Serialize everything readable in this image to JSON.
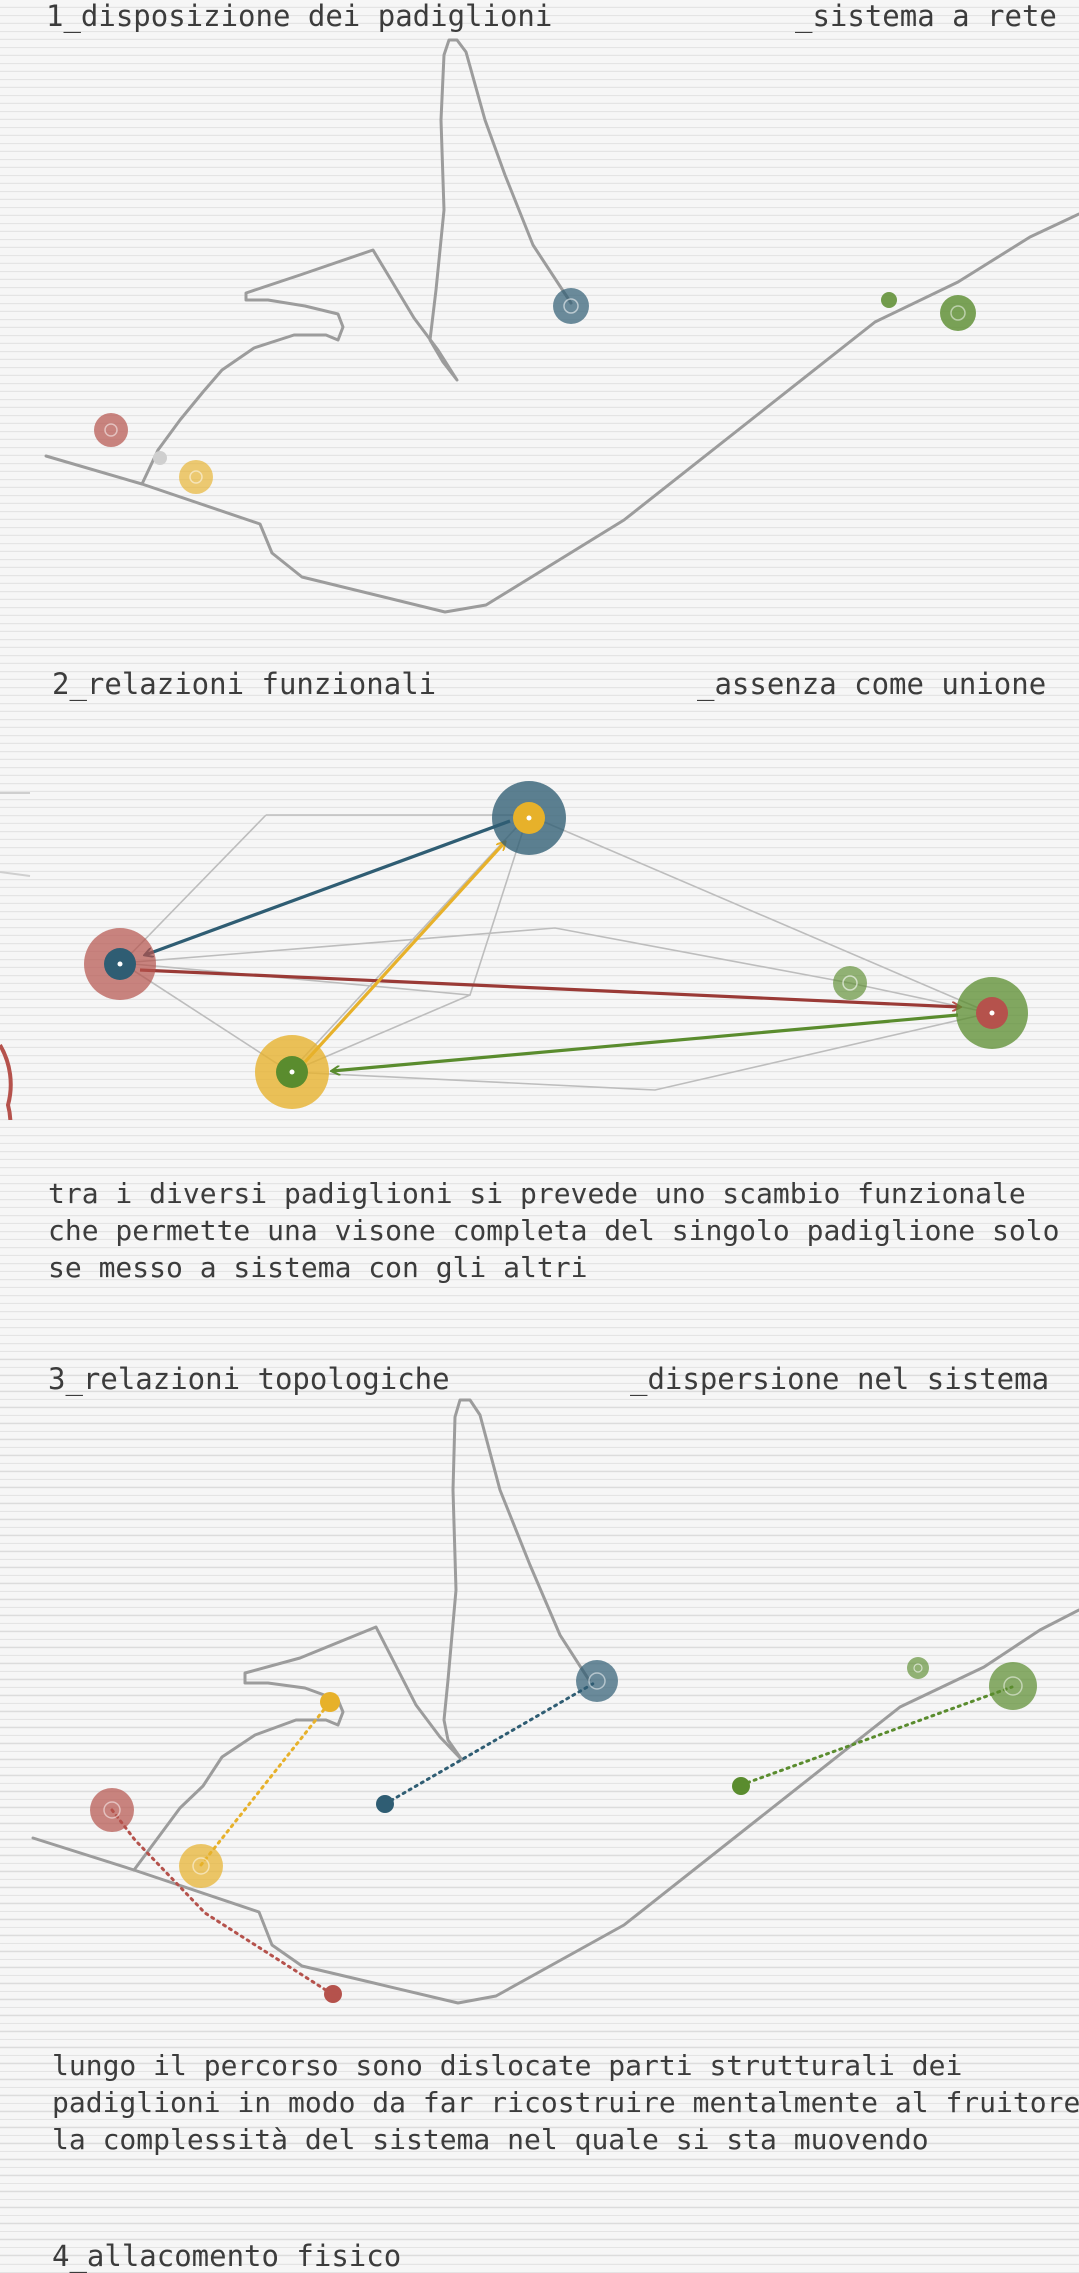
{
  "sections": [
    {
      "title": "1_disposizione dei padiglioni",
      "subtitle": "_sistema a rete"
    },
    {
      "title": "2_relazioni funzionali",
      "subtitle": "_assenza come unione",
      "description": "tra i diversi padiglioni si prevede uno scambio funzionale che permette una visone completa del singolo padiglione solo se messo a sistema con gli altri"
    },
    {
      "title": "3_relazioni topologiche",
      "subtitle": "_dispersione nel sistema",
      "description": "lungo il percorso sono dislocate parti strutturali dei padiglioni in modo da far ricostruire mentalmente al fruitore la complessità del sistema nel quale si sta muovendo"
    },
    {
      "title": "4_allacomento fisico"
    }
  ],
  "colors": {
    "red": "#b5524c",
    "blue": "#2f5d73",
    "yellow": "#e7b12a",
    "green": "#5a8c2e",
    "path": "#9c9c9c",
    "text": "#3c3c3c"
  }
}
